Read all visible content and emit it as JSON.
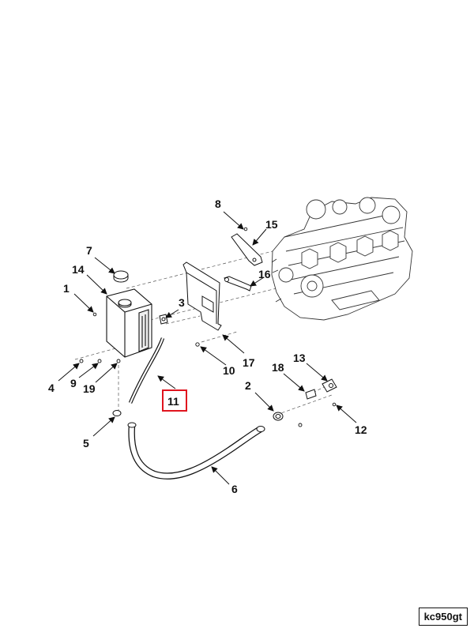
{
  "callouts": {
    "c1": "1",
    "c2": "2",
    "c3": "3",
    "c4": "4",
    "c5": "5",
    "c6": "6",
    "c7": "7",
    "c8": "8",
    "c9": "9",
    "c10": "10",
    "c11": "11",
    "c12": "12",
    "c13": "13",
    "c14": "14",
    "c15": "15",
    "c16": "16",
    "c17": "17",
    "c18": "18",
    "c19": "19"
  },
  "highlighted_callout": "11",
  "highlight_color": "#e0141e",
  "figure_reference": "kc950gt"
}
